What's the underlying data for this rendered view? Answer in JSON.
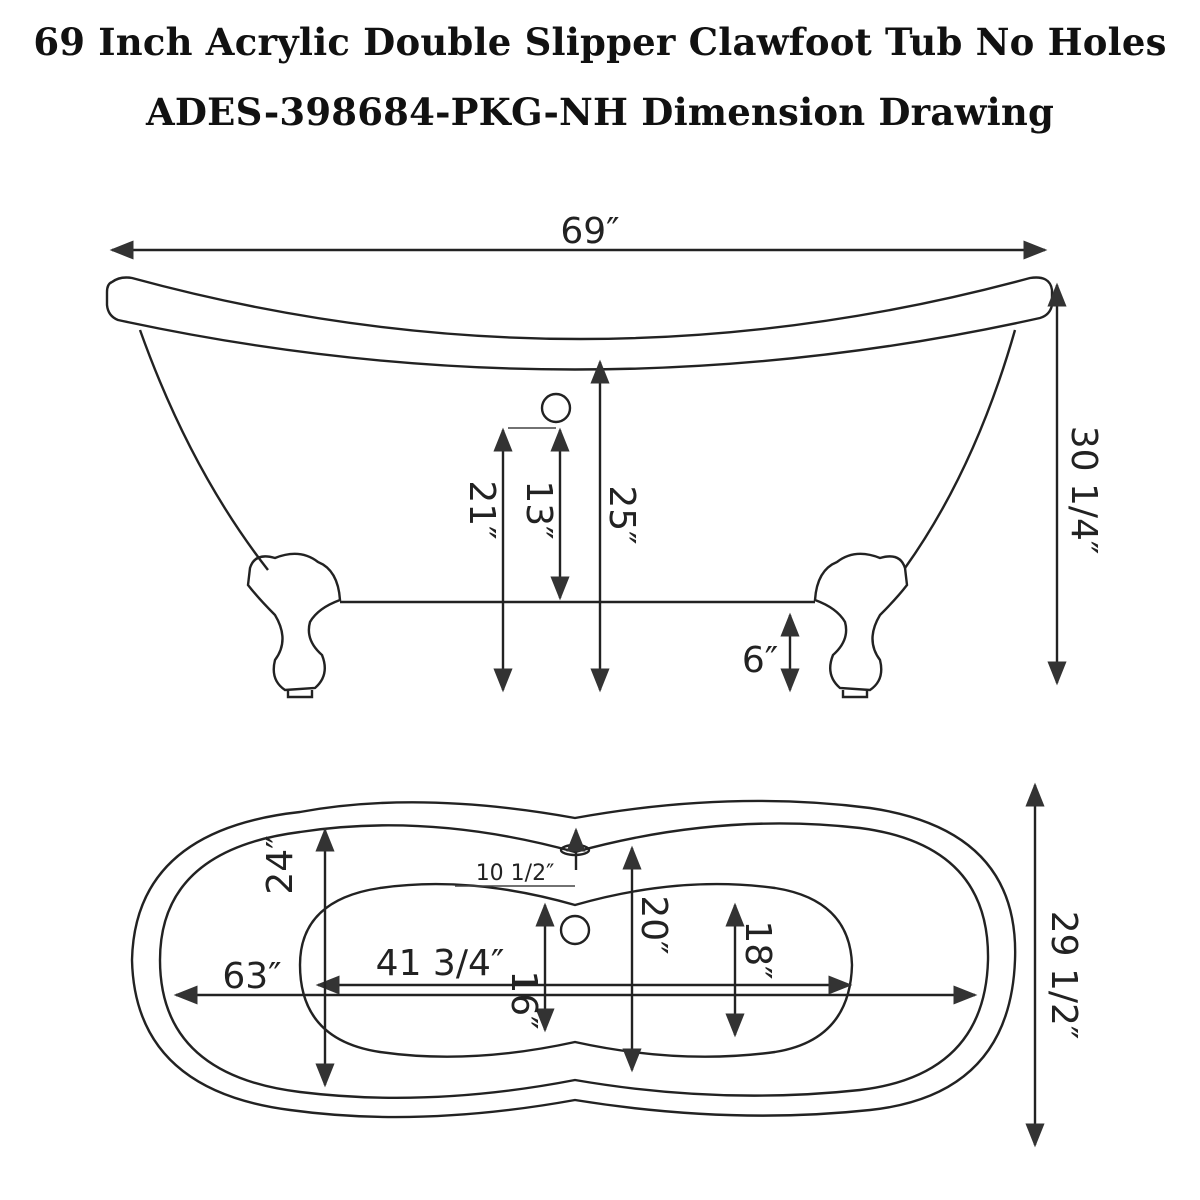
{
  "title": {
    "line1": "69 Inch Acrylic Double Slipper Clawfoot Tub No Holes",
    "line2": "ADES-398684-PKG-NH Dimension Drawing"
  },
  "side_view": {
    "overall_length": "69″",
    "overall_height": "30 1/4″",
    "rim_height": "25″",
    "overflow_height_from_floor": "21″",
    "overflow_height_from_bottom": "13″",
    "floor_clearance": "6″"
  },
  "top_view": {
    "overall_width": "29 1/2″",
    "outer_length": "63″",
    "inner_length": "41 3/4″",
    "rim_width": "24″",
    "overflow_offset": "10  1/2″",
    "inner_width_center": "20″",
    "inner_width_end": "18″",
    "drain_offset": "16″"
  }
}
